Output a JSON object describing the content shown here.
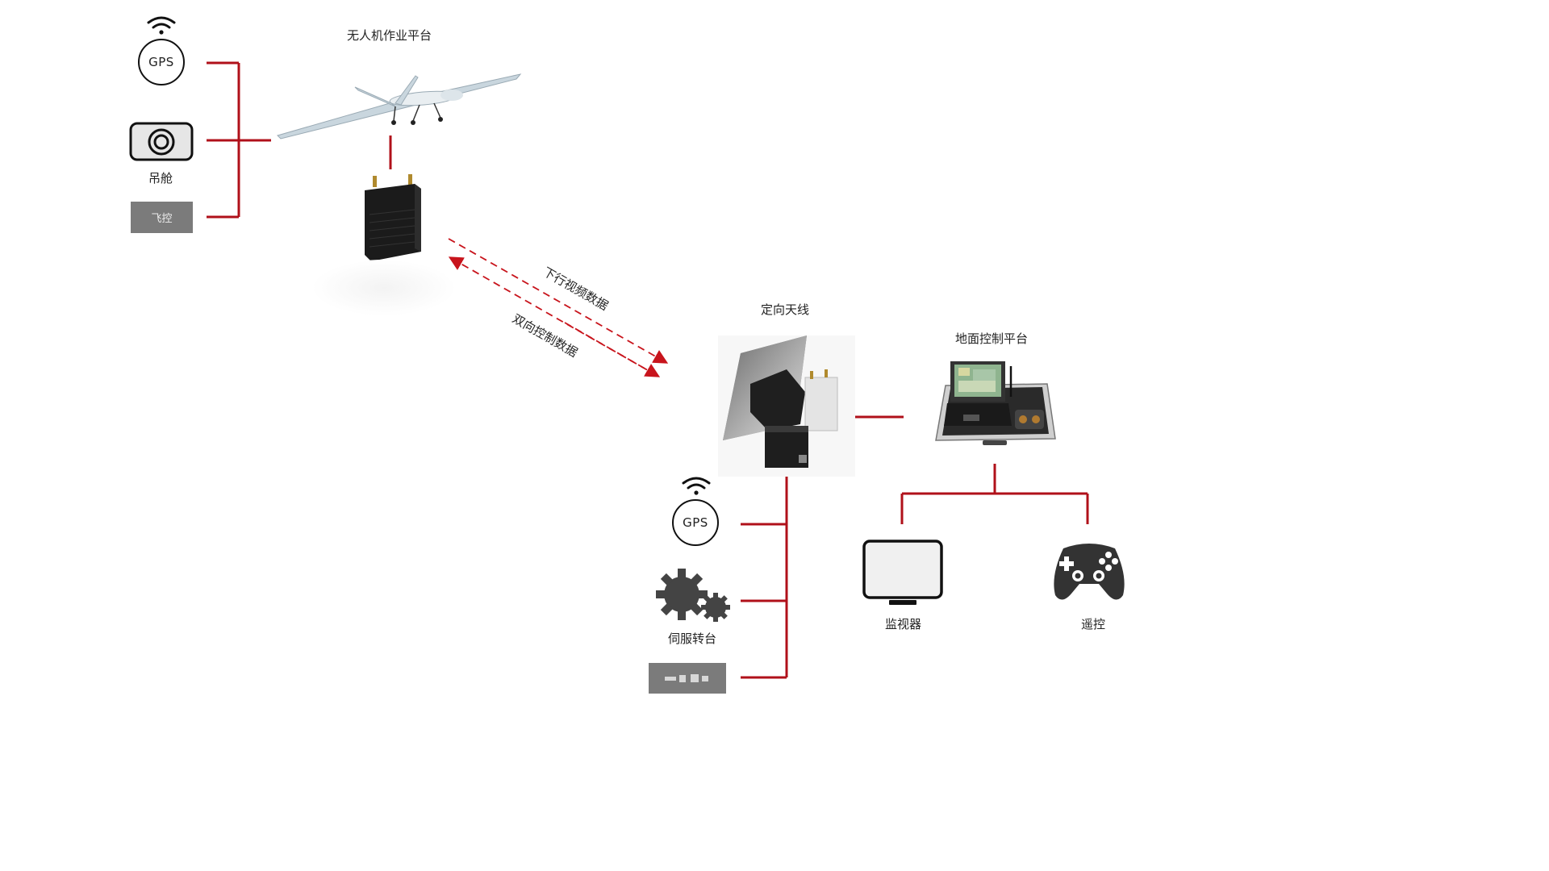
{
  "colors": {
    "connector": "#b0101a",
    "dashed": "#c8141c",
    "box_gray": "#7b7b7b",
    "icon_dark": "#111111"
  },
  "uav_side": {
    "platform_title": "无人机作业平台",
    "gps_label": "GPS",
    "gimbal_label": "吊舱",
    "flight_control_label": "飞控",
    "icons": [
      "wifi-icon",
      "camera-icon",
      "drone-image",
      "radio-module-image"
    ]
  },
  "link": {
    "downlink_label": "下行视频数据",
    "uplink_label": "双向控制数据"
  },
  "ground_side": {
    "antenna_label": "定向天线",
    "ground_platform_label": "地面控制平台",
    "gps_label": "GPS",
    "servo_label": "伺服转台",
    "monitor_label": "监视器",
    "remote_label": "遥控",
    "icons": [
      "antenna-image",
      "laptop-case-image",
      "gears-icon",
      "monitor-icon",
      "gamepad-icon",
      "wifi-icon"
    ]
  }
}
